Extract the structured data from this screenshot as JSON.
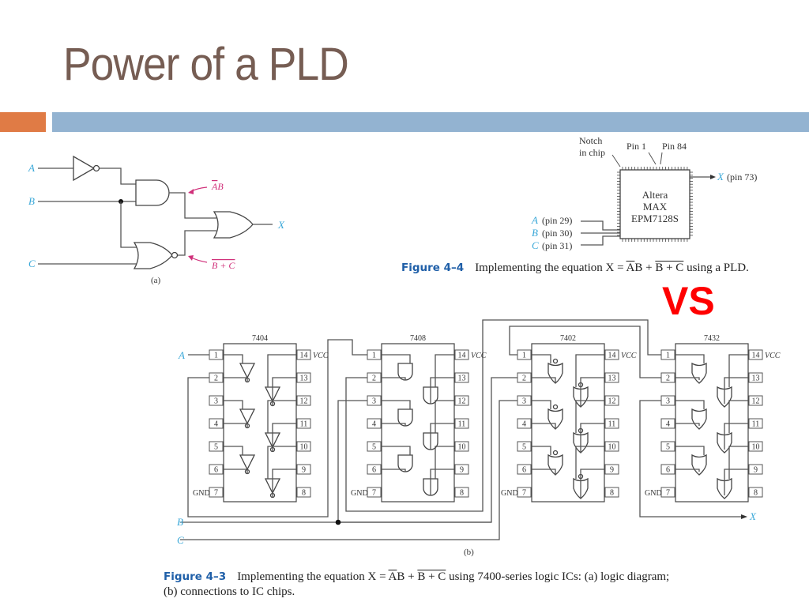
{
  "slide": {
    "title": "Power of a PLD",
    "vs_label": "VS",
    "accent_colors": {
      "title": "#765d53",
      "orange_bar": "#e07b45",
      "blue_bar": "#93b3d1",
      "vs": "#ff0000",
      "figure_label": "#1f5fa8",
      "signal": "#3aa8d8",
      "annotation": "#d0307a"
    }
  },
  "logic_diagram": {
    "inputs": [
      "A",
      "B",
      "C"
    ],
    "output": "X",
    "annotation_and": "AB",
    "annotation_and_bar": "A",
    "annotation_nor": "B + C",
    "sublabel": "(a)"
  },
  "pld": {
    "notch_label_1": "Notch",
    "notch_label_2": "in chip",
    "pin1_label": "Pin 1",
    "pin84_label": "Pin 84",
    "chip_line1": "Altera",
    "chip_line2": "MAX",
    "chip_line3": "EPM7128S",
    "output_signal": "X",
    "output_pin": "(pin 73)",
    "inputs": [
      {
        "signal": "A",
        "pin": "(pin 29)"
      },
      {
        "signal": "B",
        "pin": "(pin 30)"
      },
      {
        "signal": "C",
        "pin": "(pin 31)"
      }
    ]
  },
  "figure_4_4": {
    "label": "Figure 4–4",
    "text_before": "Implementing the equation X = ",
    "eq_a": "A",
    "eq_b": "B + ",
    "eq_nor": "B + C",
    "text_after": " using a PLD."
  },
  "ic_chips": [
    {
      "name": "7404",
      "vcc": "VCC",
      "gnd": "GND"
    },
    {
      "name": "7408",
      "vcc": "VCC",
      "gnd": "GND"
    },
    {
      "name": "7402",
      "vcc": "VCC",
      "gnd": "GND"
    },
    {
      "name": "7432",
      "vcc": "VCC",
      "gnd": "GND"
    }
  ],
  "pins_left": [
    "1",
    "2",
    "3",
    "4",
    "5",
    "6",
    "7"
  ],
  "pins_right": [
    "14",
    "13",
    "12",
    "11",
    "10",
    "9",
    "8"
  ],
  "ic_signals": {
    "a": "A",
    "b": "B",
    "c": "C",
    "x": "X",
    "sublabel": "(b)"
  },
  "figure_4_3": {
    "label": "Figure 4–3",
    "text_before": "Implementing the equation X = ",
    "eq_a": "A",
    "eq_b": "B + ",
    "eq_nor": "B + C",
    "text_after": " using 7400-series logic ICs: (a) logic diagram;",
    "line2": "(b) connections to IC chips."
  }
}
